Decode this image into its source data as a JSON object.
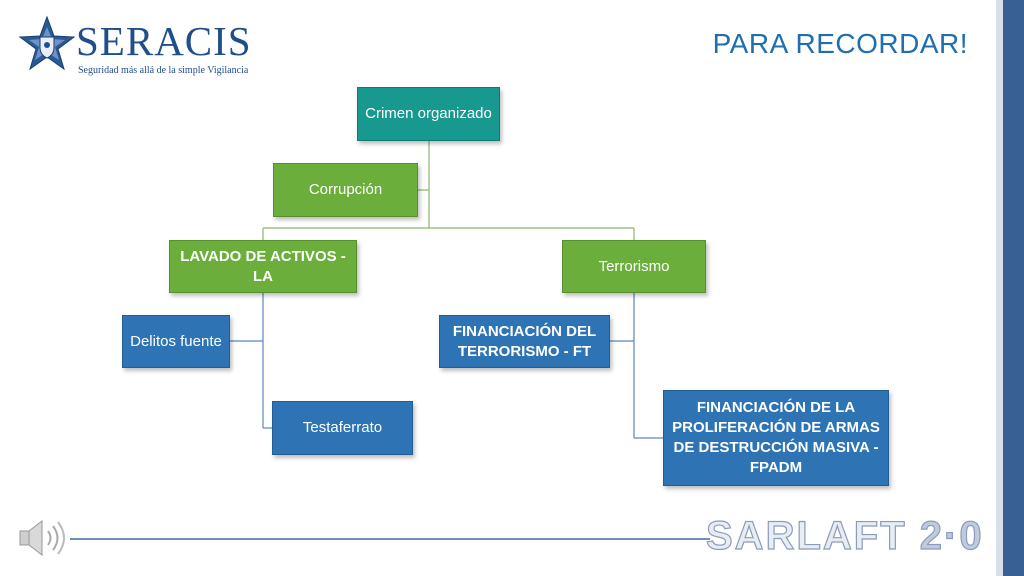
{
  "logo": {
    "name": "SERACIS",
    "tagline": "Seguridad más allá de la simple Vigilancia"
  },
  "page_title": "PARA RECORDAR!",
  "diagram": {
    "root": "Crimen organizado",
    "side_branch": "Corrupción",
    "la": "LAVADO DE ACTIVOS - LA",
    "delitos_fuente": "Delitos fuente",
    "testaferrato": "Testaferrato",
    "terrorismo": "Terrorismo",
    "ft": "FINANCIACIÓN DEL TERRORISMO - FT",
    "fpadm": "FINANCIACIÓN DE LA PROLIFERACIÓN DE ARMAS DE DESTRUCCIÓN MASIVA - FPADM"
  },
  "footer": {
    "brand": "SARLAFT",
    "version": "2·0"
  },
  "colors": {
    "teal": "#17998f",
    "green": "#6cae3b",
    "blue": "#2e74b5",
    "accent": "#1f4e8c"
  },
  "icons": {
    "logo": "star-shield-icon",
    "audio": "speaker-icon"
  }
}
